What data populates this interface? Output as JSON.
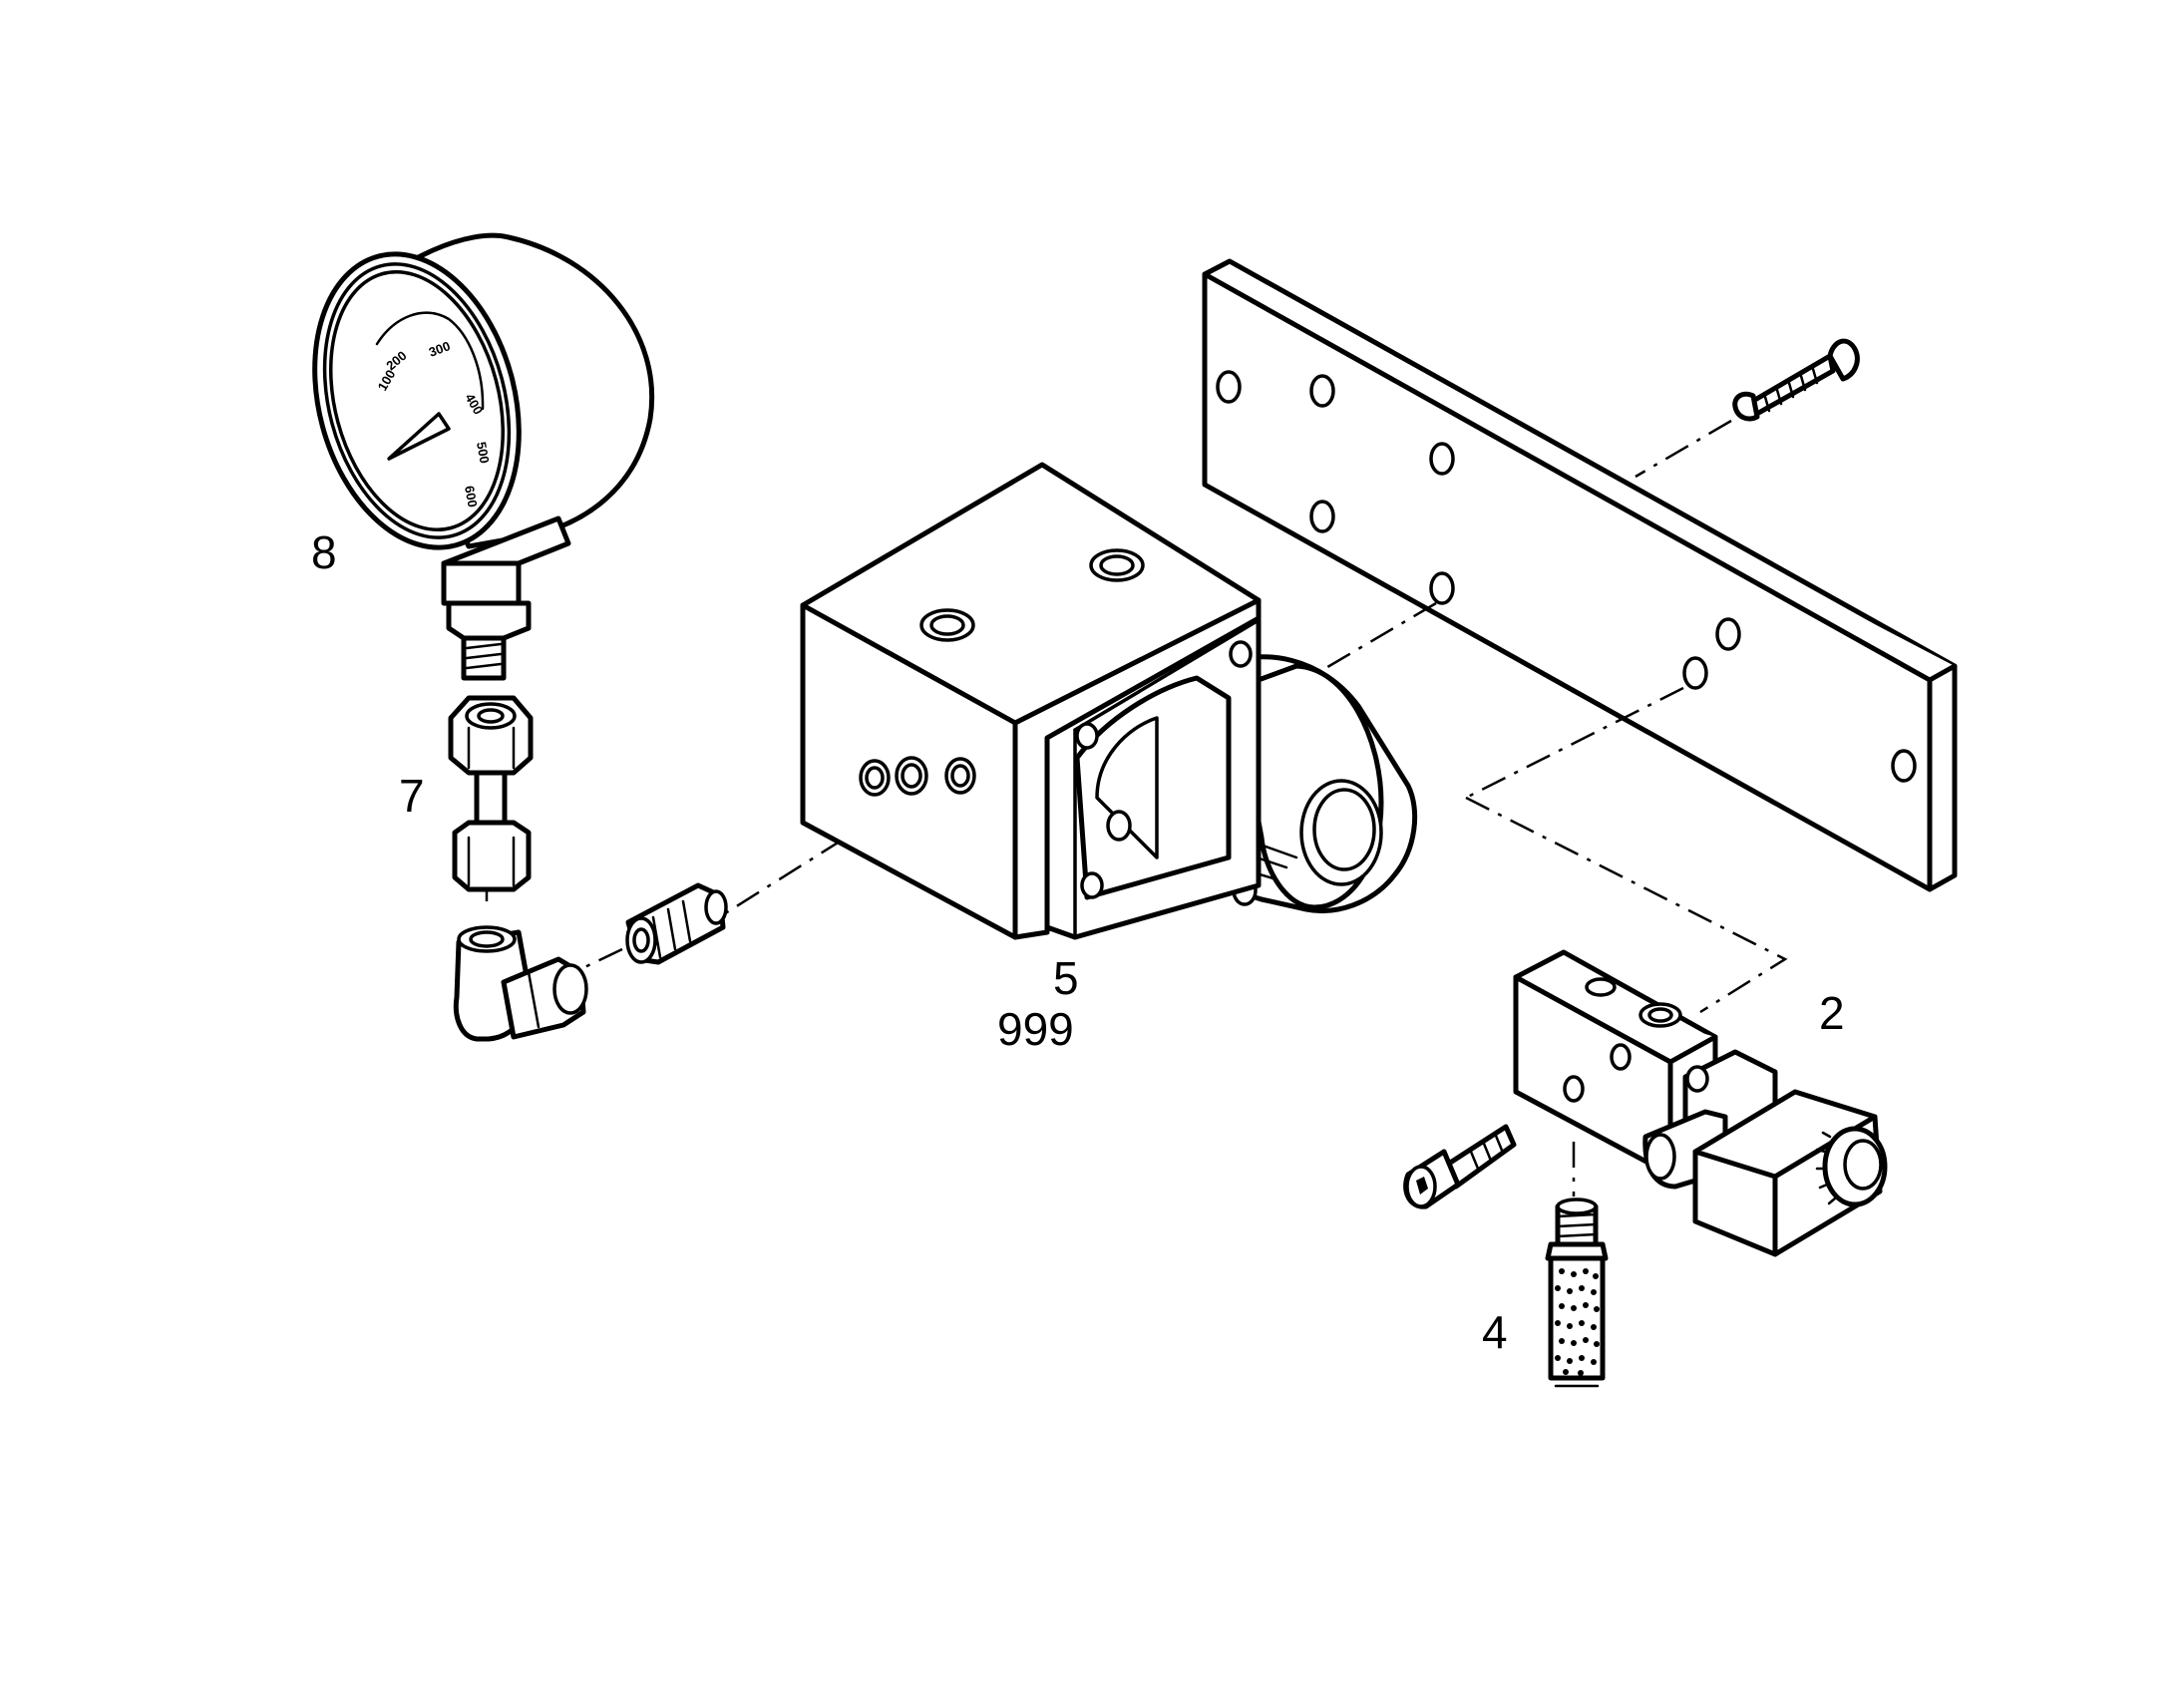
{
  "labels": {
    "gauge": "8",
    "adapter": "7",
    "valve_block": "5",
    "valve_block_sub": "999",
    "solenoid_valve": "2",
    "silencer": "4"
  },
  "gauge_scale": [
    "100",
    "200",
    "300",
    "400",
    "500",
    "600"
  ]
}
